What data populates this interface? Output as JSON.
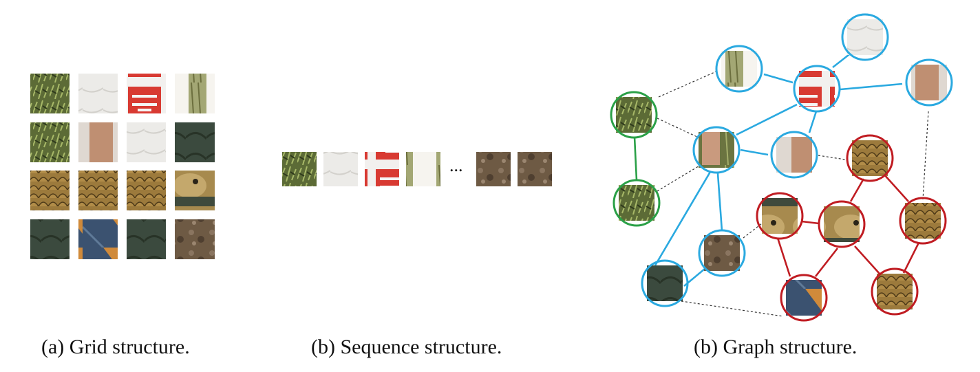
{
  "captions": {
    "grid": "(a) Grid structure.",
    "sequence": "(b) Sequence structure.",
    "graph": "(b) Graph structure."
  },
  "sequence": {
    "ellipsis": "..."
  },
  "colors": {
    "blue_group": "#2aa9e0",
    "green_group": "#2aa047",
    "red_group": "#c01c22",
    "dotted_edge": "#333333"
  },
  "patch_textures": [
    "foliage",
    "white-shirt",
    "red-logo",
    "bright-edge",
    "arm-grass",
    "arm",
    "fish-scales",
    "fish-head",
    "dark-cloth",
    "denim-fin",
    "ground-fin"
  ],
  "graph": {
    "node_groups": [
      "blue",
      "green",
      "red"
    ]
  }
}
